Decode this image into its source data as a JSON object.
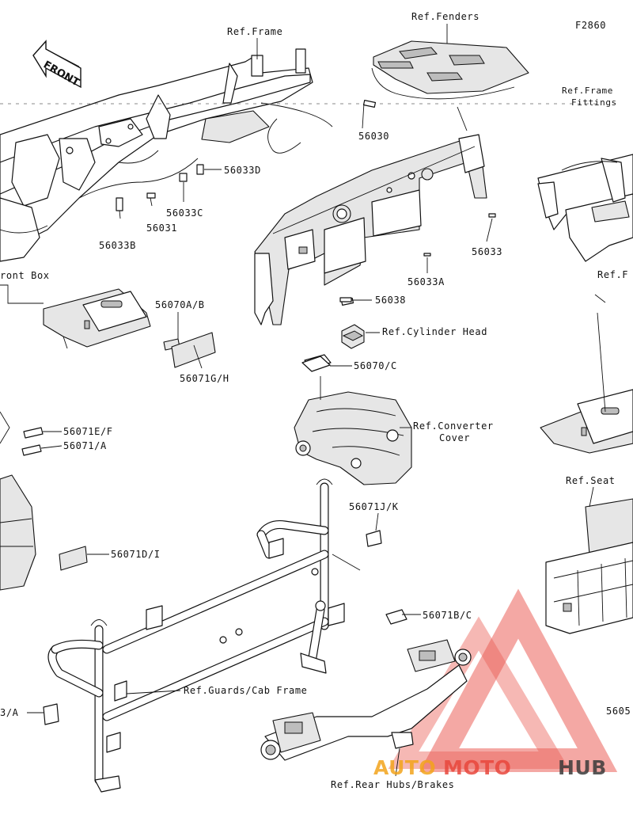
{
  "diagram_code": "F2860",
  "front_marker": "FRONT",
  "refs": {
    "frame": "Ref.Frame",
    "fenders": "Ref.Fenders",
    "frame_fittings_top": "Ref.Frame",
    "frame_fittings_bottom": "Fittings",
    "frame_right": "Ref.F",
    "front_box": "ront Box",
    "cylinder_head": "Ref.Cylinder Head",
    "converter_cover_1": "Ref.Converter",
    "converter_cover_2": "Cover",
    "seat": "Ref.Seat",
    "guards_cab_frame": "Ref.Guards/Cab Frame",
    "rear_hubs_brakes": "Ref.Rear Hubs/Brakes"
  },
  "parts": {
    "p56033D": "56033D",
    "p56030": "56030",
    "p56033C": "56033C",
    "p56031": "56031",
    "p56033B": "56033B",
    "p56033": "56033",
    "p56033A": "56033A",
    "p56038": "56038",
    "p56070AB": "56070A/B",
    "p56071GH": "56071G/H",
    "p56070C": "56070/C",
    "p56071EF": "56071E/F",
    "p56071A": "56071/A",
    "p56071JK": "56071J/K",
    "p56071DI": "56071D/I",
    "p56071BC": "56071B/C",
    "p3A": "3/A",
    "p5605": "5605"
  },
  "watermark": {
    "part1": "AUTO",
    "part2": "MOTO",
    "part3": "HUB",
    "color_primary": "#e8463c",
    "color_secondary": "#f2a31b",
    "color_dark": "#3a3a3a"
  }
}
